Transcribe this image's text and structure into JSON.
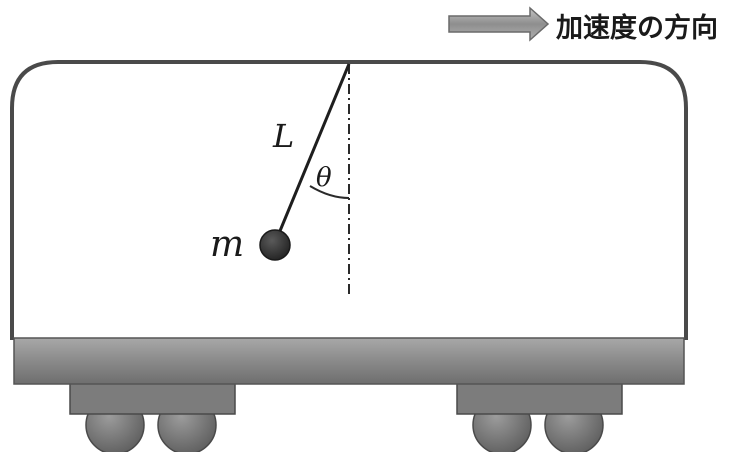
{
  "arrow": {
    "caption": "加速度の方向",
    "icon": "right-arrow-icon"
  },
  "pendulum": {
    "length_label": "L",
    "angle_label": "θ",
    "mass_label": "m"
  },
  "colors": {
    "outline": "#4a4a4a",
    "floor": "#8c8c8c",
    "wheel": "#7a7a7a",
    "bob": "#333333",
    "arrow": "#9a9a9a"
  }
}
